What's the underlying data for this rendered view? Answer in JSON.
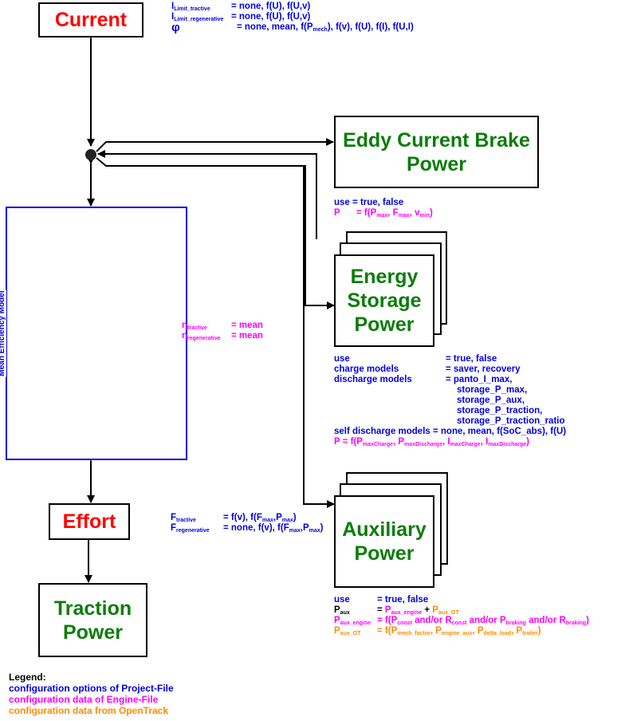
{
  "blocks": {
    "current": "Current",
    "effort": "Effort",
    "traction_power": [
      "Traction",
      "Power"
    ],
    "eddy_current_brake_power": [
      "Eddy Current Brake",
      "Power"
    ],
    "energy_storage_power": [
      "Energy",
      "Storage",
      "Power"
    ],
    "auxiliary_power": [
      "Auxiliary",
      "Power"
    ],
    "mean_efficiency_model": "Mean Efficiency Model"
  },
  "current_params": {
    "i_limit_tractive": {
      "symbol": "I",
      "sub": "Limit_tractive",
      "value": "= none, f(U), f(U,v)"
    },
    "i_limit_regenerative": {
      "symbol": "I",
      "sub": "Limit_regenerative",
      "value": "= none, f(U), f(U,v)"
    },
    "phi": {
      "symbol": "φ",
      "value_pre": "= none, mean, f(P",
      "value_sub": "mech",
      "value_post": "), f(v), f(U), f(I), f(U,I)"
    }
  },
  "eddy_params": {
    "use": {
      "key": "use",
      "value": "= true, false"
    },
    "p": {
      "key": "P",
      "value_pre": "= f(P",
      "s1": "max",
      "m1": ", F",
      "s2": "max",
      "m2": ", v",
      "s3": "min",
      "value_post": ")"
    }
  },
  "efficiency_params": {
    "eta_tractive": {
      "symbol": "η",
      "sub": "tractive",
      "value": "= mean"
    },
    "eta_regenerative": {
      "symbol": "η",
      "sub": "regenerative",
      "value": "= mean"
    }
  },
  "storage_params": {
    "use": {
      "key": "use",
      "value": "= true, false"
    },
    "charge_models": {
      "key": "charge models",
      "value": "= saver, recovery"
    },
    "discharge_models": {
      "key": "discharge models",
      "values": [
        "= panto_I_max,",
        "storage_P_max,",
        "storage_P_aux,",
        "storage_P_traction,",
        "storage_P_traction_ratio"
      ]
    },
    "self_discharge": {
      "key": "self discharge models",
      "value": "= none, mean, f(SoC_abs), f(U)"
    },
    "p": {
      "pre": "P = f(P",
      "s1": "maxCharge",
      "m1": ", P",
      "s2": "maxDischarge",
      "m2": ", I",
      "s3": "maxCharge",
      "m3": ", I",
      "s4": "maxDischarge",
      "post": ")"
    }
  },
  "effort_params": {
    "f_tractive": {
      "symbol": "F",
      "sub": "tractive",
      "value_pre": "= f(v), f(F",
      "s1": "max",
      "m1": ",P",
      "s2": "max",
      "value_post": ")"
    },
    "f_regenerative": {
      "symbol": "F",
      "sub": "regenerative",
      "value_pre": "= none, f(v), f(F",
      "s1": "max",
      "m1": ",P",
      "s2": "max",
      "value_post": ")"
    }
  },
  "aux_params": {
    "use": {
      "key": "use",
      "value": "= true, false"
    },
    "p_aux": {
      "symbol": "P",
      "sub": "aux",
      "eq": "=",
      "t1": "P",
      "t1sub": "aux_engine",
      "plus": "+",
      "t2": "P",
      "t2sub": "aux_OT"
    },
    "p_aux_engine": {
      "symbol": "P",
      "sub": "aux_engine",
      "pre": "= f(P",
      "s1": "const",
      "m1": " and/or R",
      "s2": "const",
      "m2": " and/or P",
      "s3": "braking",
      "m3": " and/or R",
      "s4": "braking",
      "post": ")"
    },
    "p_aux_ot": {
      "symbol": "P",
      "sub": "aux_OT",
      "pre": "= f(P",
      "s1": "mech_factor",
      "m1": ", P",
      "s2": "engine_aux",
      "m2": ", P",
      "s3": "delta_load",
      "m3": ", P",
      "s4": "trailer",
      "post": ")"
    }
  },
  "legend": {
    "title": "Legend:",
    "items": [
      {
        "label": "configuration options of Project-File",
        "color": "#0000e6"
      },
      {
        "label": "configuration data of Engine-File",
        "color": "#ff00ff"
      },
      {
        "label": "configuration data from OpenTrack",
        "color": "#ff8c00"
      }
    ]
  },
  "colors": {
    "project_file": "#0000e6",
    "engine_file": "#ff00ff",
    "opentrack": "#ff8c00",
    "block_title_red": "#ff0000",
    "block_title_green": "#0a7d0a"
  }
}
